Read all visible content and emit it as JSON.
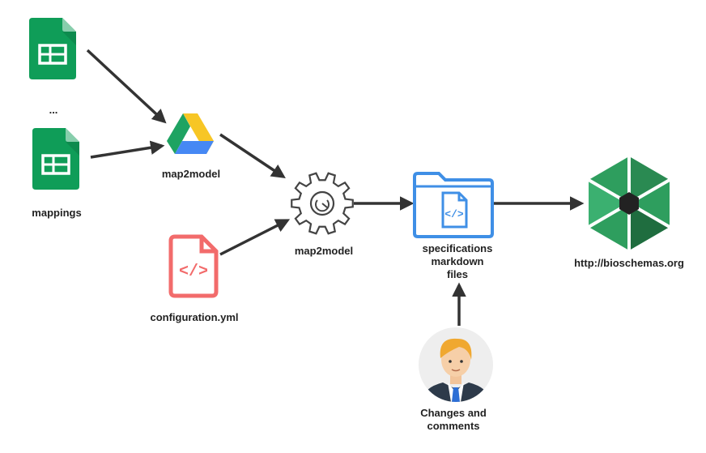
{
  "labels": {
    "ellipsis": "...",
    "mappings": "mappings",
    "drive_label": "map2model",
    "gear_label": "map2model",
    "config_label": "configuration.yml",
    "spec_line1": "specifications",
    "spec_line2": "markdown",
    "spec_line3": "files",
    "site_label": "http://bioschemas.org",
    "changes_line1": "Changes and",
    "changes_line2": "comments"
  },
  "icons": {
    "sheet": "google-sheets-icon",
    "drive": "google-drive-icon",
    "gear": "gear-icon",
    "config": "code-file-icon",
    "folder": "code-folder-icon",
    "bioschemas": "bioschemas-logo-icon",
    "person": "person-avatar-icon"
  },
  "colors": {
    "sheets_green": "#0f9d58",
    "code_red": "#f26b6b",
    "folder_blue": "#3f8fe6",
    "bioschemas_green": "#2e9e5e",
    "arrow": "#333333"
  }
}
